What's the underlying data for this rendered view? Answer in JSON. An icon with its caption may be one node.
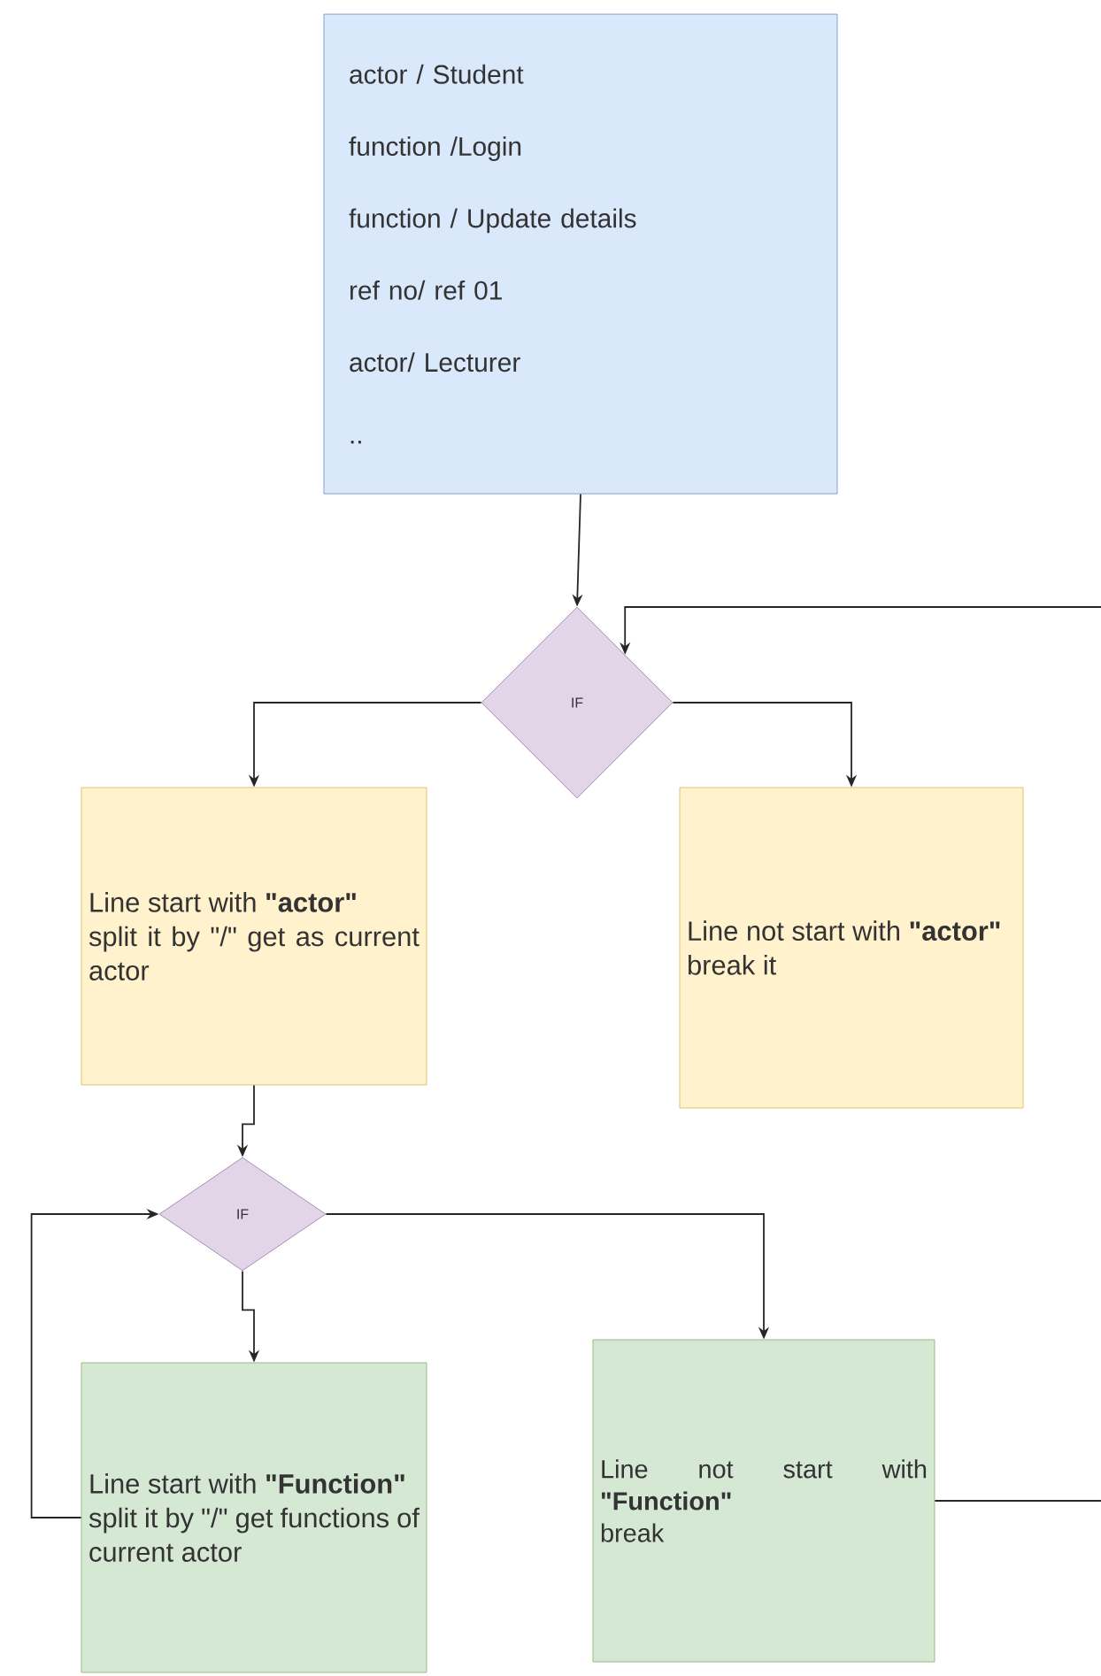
{
  "diagram": {
    "nodes": [
      {
        "text": [
          "actor / Student",
          "function /Login",
          "function / Update details",
          "ref no/ ref 01",
          "actor/ Lecturer",
          ".."
        ]
      },
      {
        "text": [
          "IF"
        ]
      },
      {
        "text": [
          "Line start with **\"actor\"**",
          "split it by \"/\" get as current actor"
        ]
      },
      {
        "text": [
          "Line not start with **\"actor\"**",
          "break it"
        ]
      },
      {
        "text": [
          "IF"
        ]
      },
      {
        "text": [
          "Line start with **\"Function\"**",
          "split it by \"/\" get functions of current actor"
        ]
      },
      {
        "text": [
          "Line not start with **\"Function\"**",
          "break"
        ]
      }
    ],
    "edges": [
      {
        "from": 0,
        "to": 1,
        "arrow": "to"
      },
      {
        "from": 1,
        "to": 2,
        "arrow": "to"
      },
      {
        "from": 1,
        "to": 3,
        "arrow": "to"
      },
      {
        "from": 2,
        "to": 4,
        "arrow": "to"
      },
      {
        "from": 4,
        "to": 5,
        "arrow": "to"
      },
      {
        "from": 4,
        "to": 6,
        "arrow": "to"
      },
      {
        "from": 5,
        "to": 4,
        "arrow": "to"
      },
      {
        "from": 6,
        "to": null,
        "arrow": "none"
      },
      {
        "from": null,
        "to": 1,
        "arrow": "to"
      }
    ]
  }
}
